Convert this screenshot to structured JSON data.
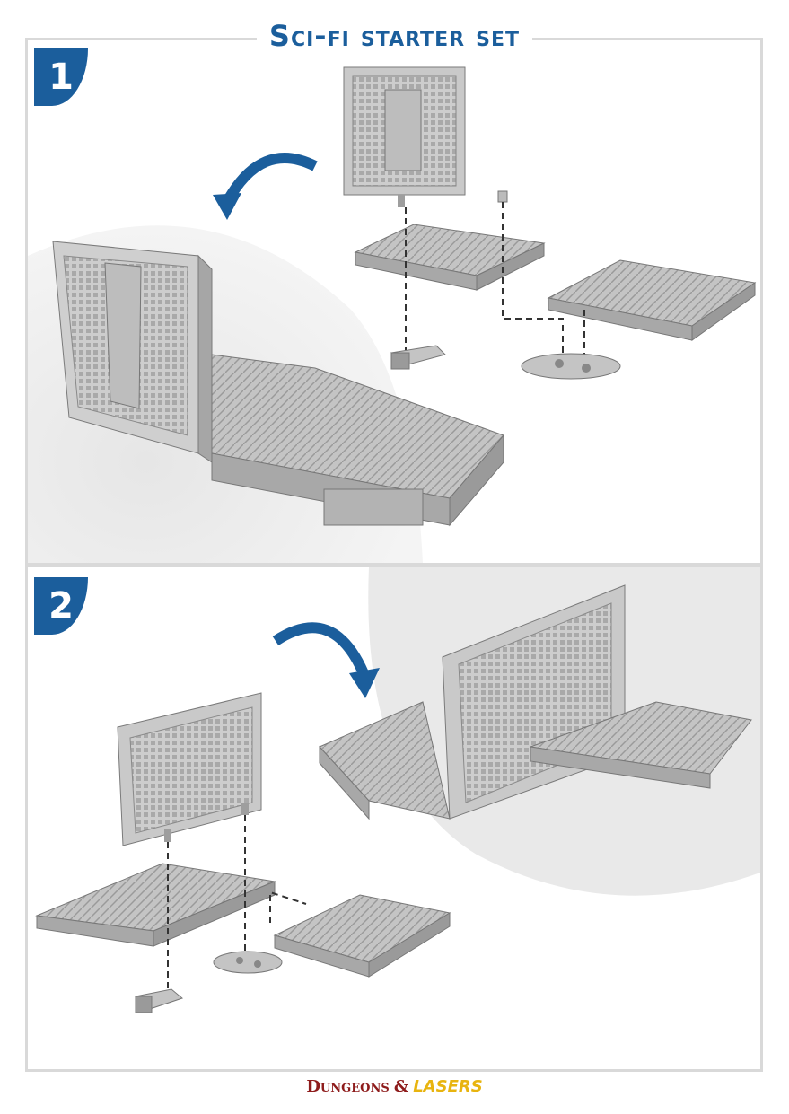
{
  "title": "Sci-fi starter set",
  "steps": [
    {
      "number": "1"
    },
    {
      "number": "2"
    }
  ],
  "footer": {
    "logo_part1": "Dungeons",
    "logo_part2": "&",
    "logo_part3": "LASERS"
  },
  "colors": {
    "accent_blue": "#1b5e9c",
    "frame_gray": "#d9d9d9",
    "model_gray": "#bdbdbd",
    "logo_red": "#8e1c1c",
    "logo_yellow": "#e8b40f"
  },
  "icons": [
    "curved-arrow-icon",
    "dashed-assembly-line"
  ]
}
